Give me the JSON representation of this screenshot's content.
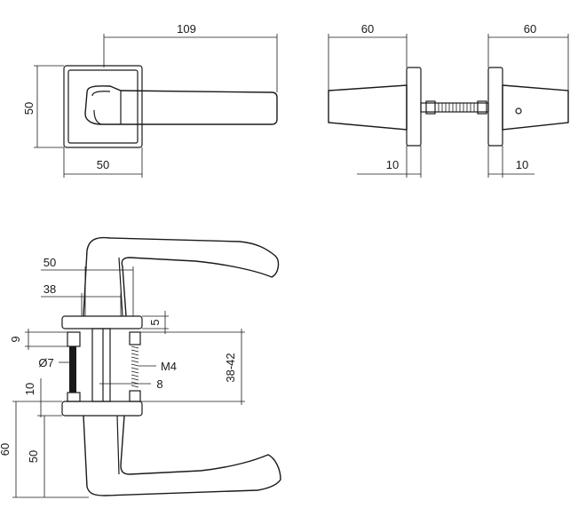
{
  "drawing": {
    "top_left_view": {
      "dim_width_total": "109",
      "dim_height": "50",
      "dim_rose_width": "50"
    },
    "top_right_view": {
      "dim_left_length": "60",
      "dim_right_length": "60",
      "dim_left_rose": "10",
      "dim_right_rose": "10"
    },
    "section_view": {
      "dim_outer": "50",
      "dim_inner": "38",
      "dim_plate": "5",
      "dim_offset": "9",
      "dim_diameter": "Ø7",
      "dim_thread": "M4",
      "dim_spindle": "8",
      "dim_door_range": "38-42",
      "dim_bottom_offset": "10",
      "dim_handle_height": "60",
      "dim_handle_inner": "50"
    }
  }
}
